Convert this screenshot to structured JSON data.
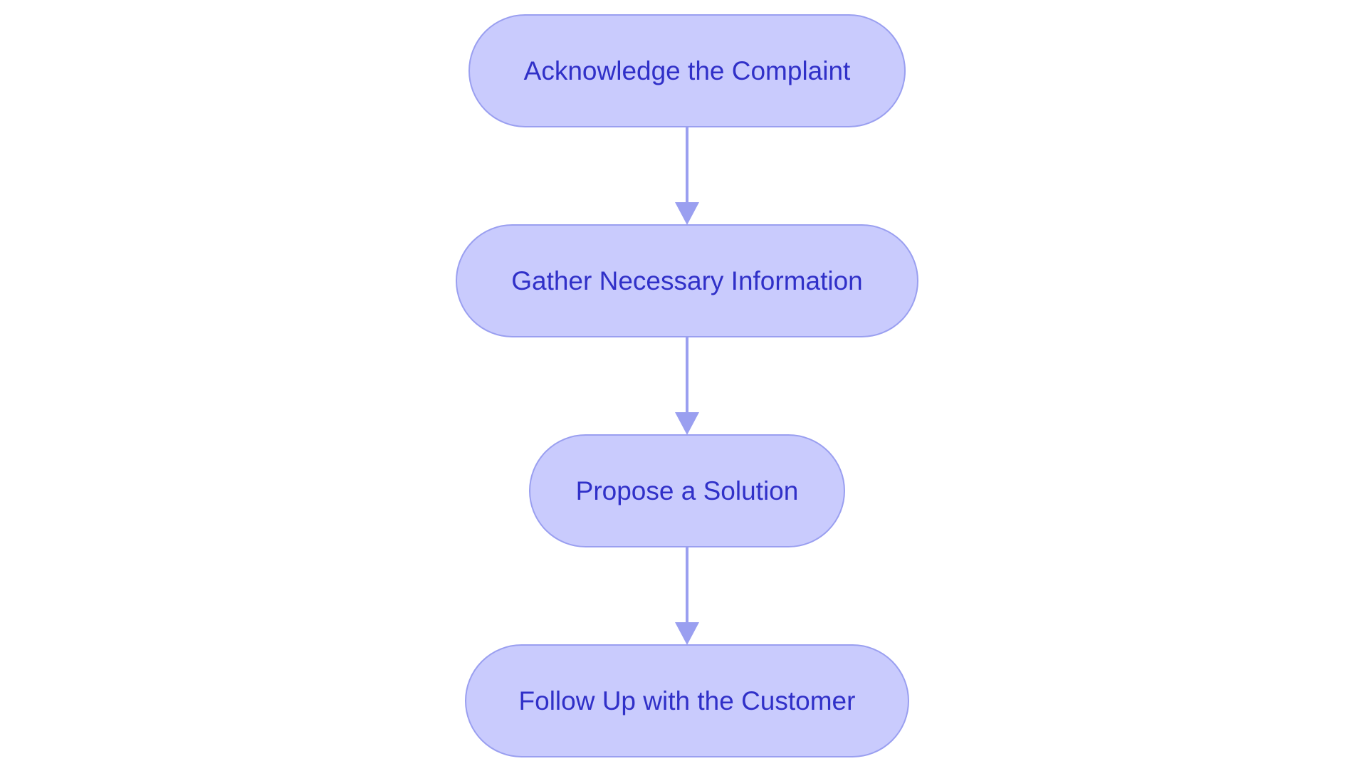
{
  "diagram": {
    "type": "flowchart",
    "direction": "top-to-bottom",
    "colors": {
      "node_fill": "#c9cbfd",
      "node_border": "#9a9ff0",
      "node_text": "#3030c8",
      "edge": "#9a9ff0"
    },
    "nodes": [
      {
        "id": "n1",
        "label": "Acknowledge the Complaint"
      },
      {
        "id": "n2",
        "label": "Gather Necessary Information"
      },
      {
        "id": "n3",
        "label": "Propose a Solution"
      },
      {
        "id": "n4",
        "label": "Follow Up with the Customer"
      }
    ],
    "edges": [
      {
        "from": "n1",
        "to": "n2"
      },
      {
        "from": "n2",
        "to": "n3"
      },
      {
        "from": "n3",
        "to": "n4"
      }
    ]
  }
}
